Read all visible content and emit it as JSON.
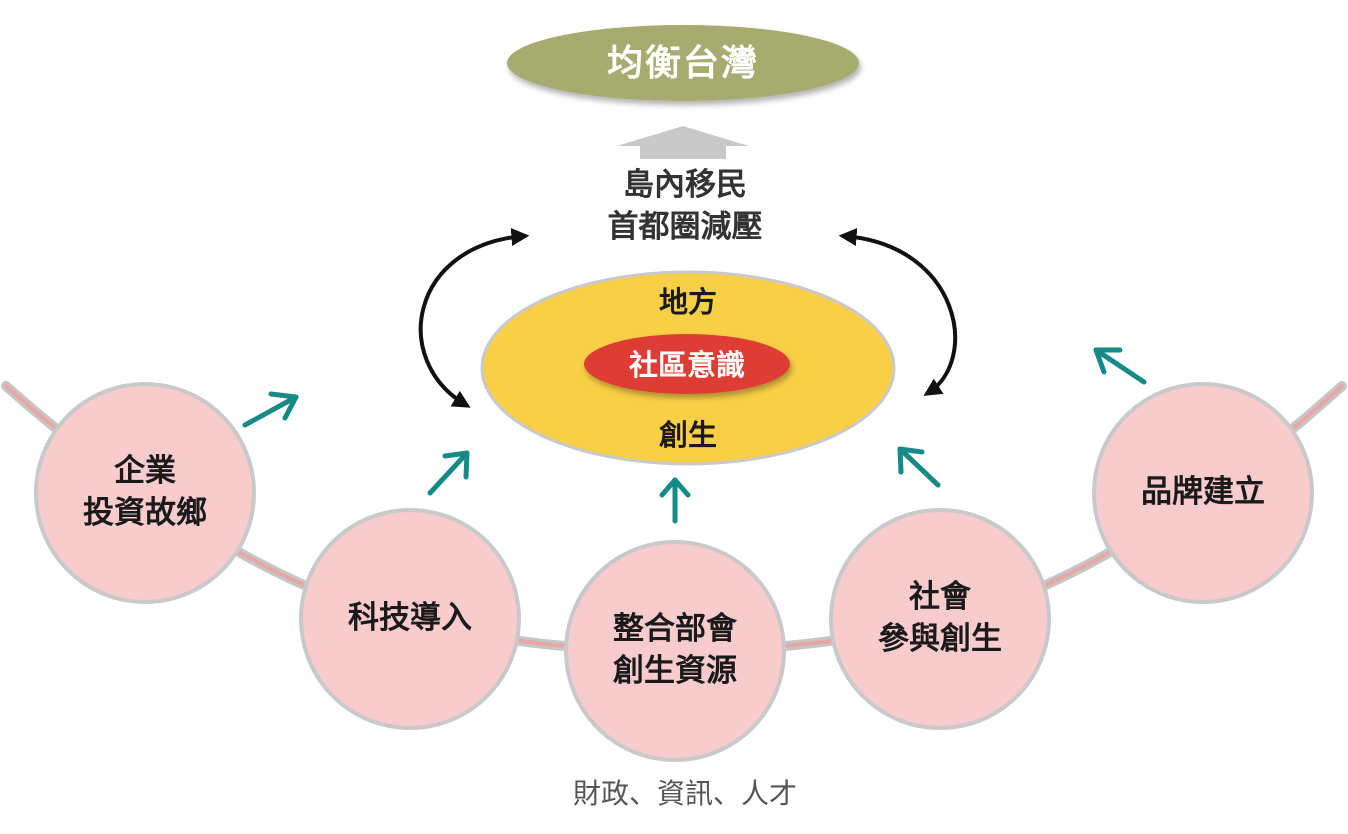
{
  "colors": {
    "goal_fill": "#a6ab70",
    "up_arrow": "#c8c8c8",
    "ring_fill": "#f8cf45",
    "core_fill": "#de3e35",
    "node_fill": "#f8cbcd",
    "node_stroke": "#c9c9c9",
    "teal_arrow": "#168a86",
    "cycle_arrow": "#111111",
    "rail": "#e8a6a6"
  },
  "goal": {
    "label": "均衡台灣"
  },
  "middle": {
    "line1": "島內移民",
    "line2": "首都圈減壓"
  },
  "center": {
    "top_label": "地方",
    "core_label": "社區意識",
    "bottom_label": "創生"
  },
  "nodes": [
    {
      "lines": [
        "企業",
        "投資故鄉"
      ]
    },
    {
      "lines": [
        "科技導入"
      ]
    },
    {
      "lines": [
        "整合部會",
        "創生資源"
      ]
    },
    {
      "lines": [
        "社會",
        "參與創生"
      ]
    },
    {
      "lines": [
        "品牌建立"
      ]
    }
  ],
  "footnote": "財政、資訊、人才"
}
